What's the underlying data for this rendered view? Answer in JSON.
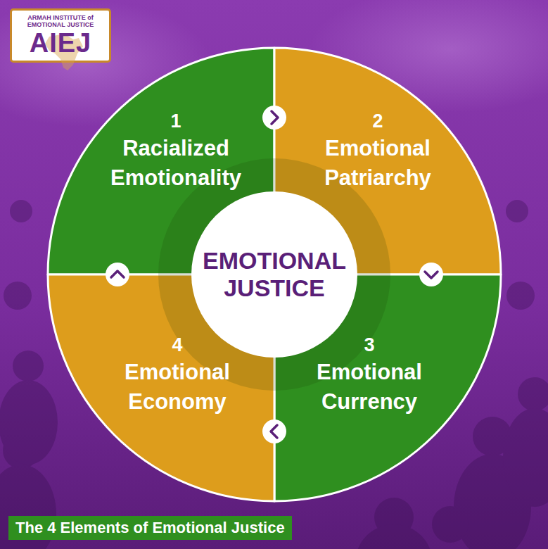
{
  "diagram": {
    "caption": "The 4 Elements of Emotional Justice",
    "nodes": [
      {
        "text": [
          "ARMAH INSTITUTE of EMOTIONAL JUSTICE",
          "AIEJ"
        ]
      },
      {
        "text": [
          "1",
          "Racialized Emotionality"
        ]
      },
      {
        "text": [
          "2",
          "Emotional Patriarchy"
        ]
      },
      {
        "text": [
          "3",
          "Emotional Currency"
        ]
      },
      {
        "text": [
          "4",
          "Emotional Economy"
        ]
      },
      {
        "text": [
          "EMOTIONAL JUSTICE"
        ]
      }
    ],
    "edges": [
      {
        "from": 1,
        "to": 2,
        "arrow": "to"
      },
      {
        "from": 2,
        "to": 3,
        "arrow": "to"
      },
      {
        "from": 3,
        "to": 4,
        "arrow": "to"
      },
      {
        "from": 4,
        "to": 1,
        "arrow": "to"
      }
    ]
  }
}
